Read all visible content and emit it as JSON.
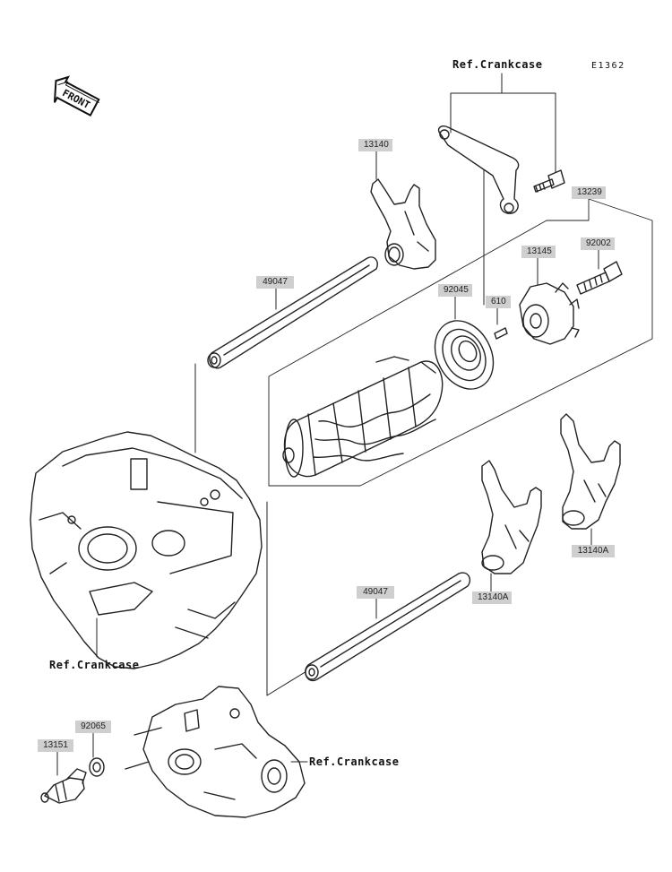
{
  "diagram_code": "E1362",
  "front_badge": "FRONT",
  "refs": {
    "crankcase_top": "Ref.Crankcase",
    "crankcase_left": "Ref.Crankcase",
    "crankcase_bottom": "Ref.Crankcase"
  },
  "parts": {
    "fork_top": "13140",
    "bracket_assy": "13239",
    "drum_gear": "13145",
    "bolt": "92002",
    "bearing": "92045",
    "pin": "610",
    "shaft_upper": "49047",
    "shaft_lower": "49047",
    "fork_mid": "13140A",
    "fork_right": "13140A",
    "washer": "92065",
    "sensor": "13151"
  }
}
